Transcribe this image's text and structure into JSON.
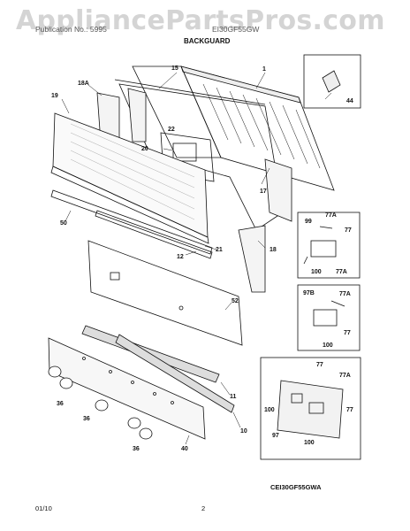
{
  "watermark": "AppliancePartsPros.com",
  "header": {
    "left": "Publication No.: 5995",
    "right": "EI30GF55GW",
    "section": "BACKGUARD"
  },
  "callouts": {
    "c1": "1",
    "c10": "10",
    "c11": "11",
    "c12": "12",
    "c15": "15",
    "c17": "17",
    "c18": "18",
    "c18a": "18A",
    "c19": "19",
    "c20": "20",
    "c21": "21",
    "c22": "22",
    "c36a": "36",
    "c36b": "36",
    "c36c": "36",
    "c40": "40",
    "c44": "44",
    "c50": "50",
    "c52": "52",
    "c99": "99",
    "c77a1": "77A",
    "c77_1": "77",
    "c100_1": "100",
    "c77a2": "77A",
    "c97b": "97B",
    "c77a3": "77A",
    "c100_2": "100",
    "c77_2": "77",
    "c77_3": "77",
    "c77a4": "77A",
    "c100_3": "100",
    "c97": "97",
    "c77_4": "77",
    "c100_4": "100"
  },
  "model": "CEI30GF55GWA",
  "footer": {
    "date": "01/10",
    "page": "2"
  }
}
